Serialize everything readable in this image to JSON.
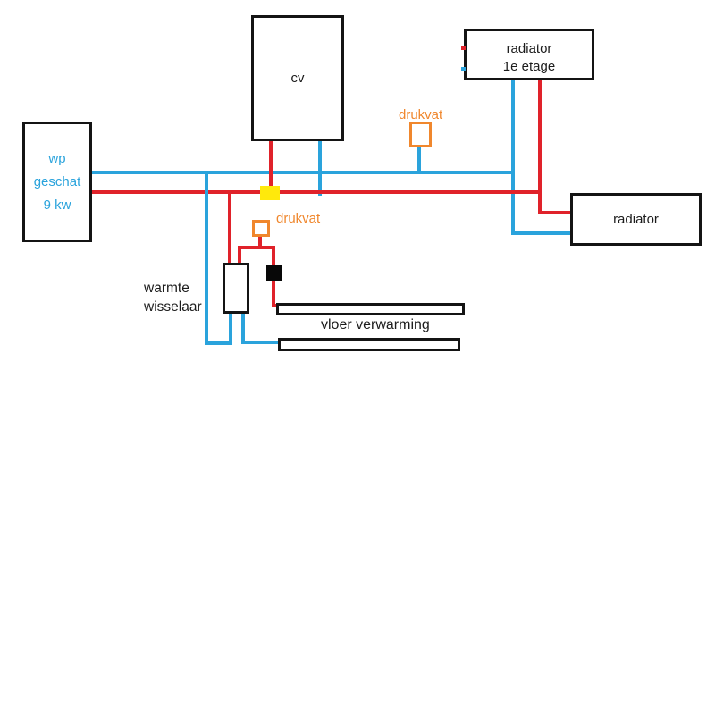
{
  "colors": {
    "background": "#ffffff",
    "box_border": "#141414",
    "text_dark": "#1c1c1c",
    "pipe_blue": "#2aa3dc",
    "pipe_red": "#e0222a",
    "orange": "#f0872d",
    "yellow": "#ffe90c",
    "valve_black": "#080808"
  },
  "nodes": {
    "heat_pump": {
      "line1": "wp",
      "line2": "geschat",
      "line3": "9 kw"
    },
    "cv_boiler": {
      "label": "cv"
    },
    "radiator_first_floor": {
      "line1": "radiator",
      "line2": "1e etage"
    },
    "radiator_ground_floor": {
      "label": "radiator"
    },
    "heat_exchanger": {
      "line1": "warmte",
      "line2": "wisselaar"
    },
    "floor_heating": {
      "label": "vloer verwarming"
    },
    "expansion_vessel_top": {
      "label": "drukvat"
    },
    "expansion_vessel_bottom": {
      "label": "drukvat"
    }
  }
}
